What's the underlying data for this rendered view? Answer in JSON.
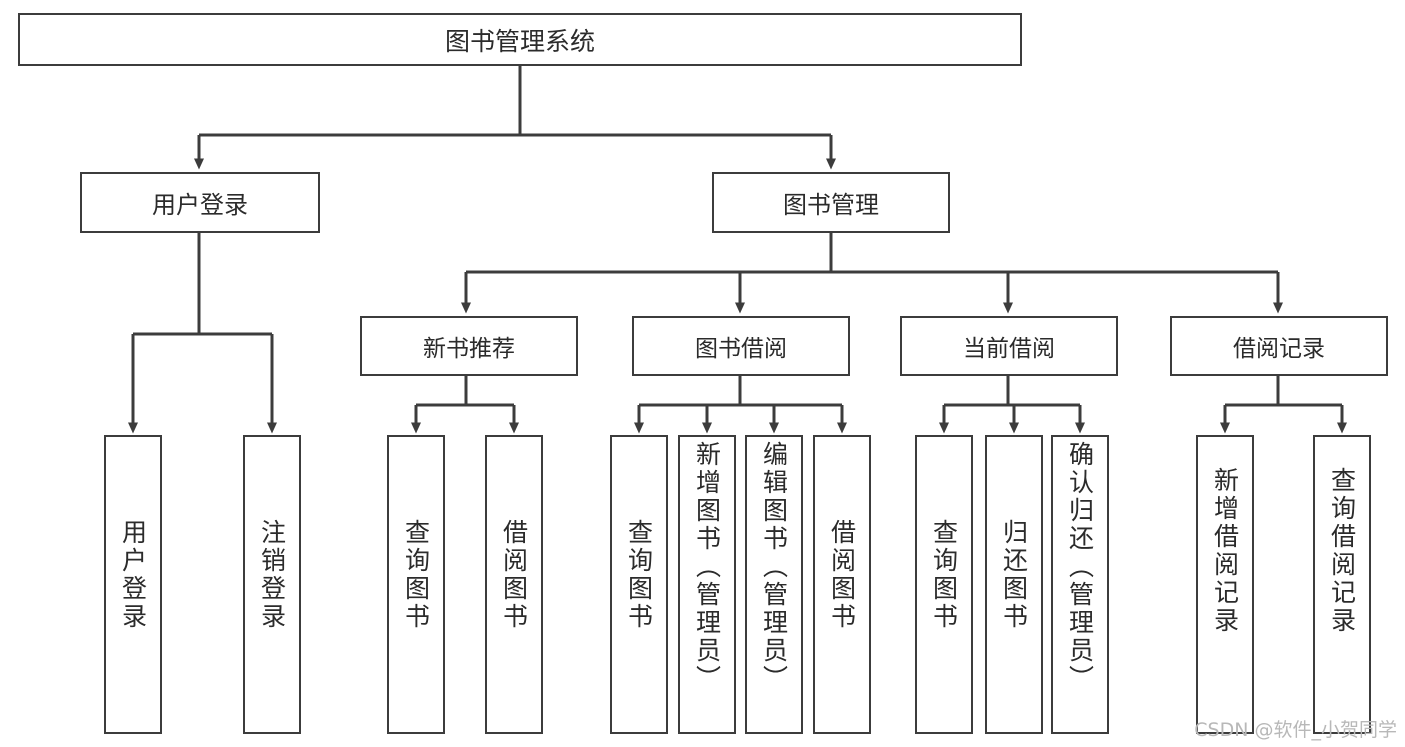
{
  "diagram": {
    "type": "tree",
    "title": "图书管理系统",
    "orientation": "top-down",
    "colors": {
      "border": "#3c3c3c",
      "fill": "#ffffff",
      "text": "#2b2b2b",
      "watermark": "#b8b8b8"
    },
    "nodes": {
      "root": {
        "label": "图书管理系统"
      },
      "level2": [
        {
          "id": "user-login",
          "label": "用户登录"
        },
        {
          "id": "book-management",
          "label": "图书管理"
        }
      ],
      "level3": [
        {
          "id": "new-book-recommend",
          "label": "新书推荐"
        },
        {
          "id": "book-borrow",
          "label": "图书借阅"
        },
        {
          "id": "current-borrow",
          "label": "当前借阅"
        },
        {
          "id": "borrow-record",
          "label": "借阅记录"
        }
      ],
      "leaves": {
        "user_login": [
          {
            "id": "leaf-user-login",
            "label": "用户登录"
          },
          {
            "id": "leaf-logout-login",
            "label": "注销登录"
          }
        ],
        "new_book_recommend": [
          {
            "id": "leaf-query-book-1",
            "label": "查询图书"
          },
          {
            "id": "leaf-borrow-book-1",
            "label": "借阅图书"
          }
        ],
        "book_borrow": [
          {
            "id": "leaf-query-book-2",
            "label": "查询图书"
          },
          {
            "id": "leaf-add-book",
            "label": "新增图书（管理员）"
          },
          {
            "id": "leaf-edit-book",
            "label": "编辑图书（管理员）"
          },
          {
            "id": "leaf-borrow-book-2",
            "label": "借阅图书"
          }
        ],
        "current_borrow": [
          {
            "id": "leaf-query-book-3",
            "label": "查询图书"
          },
          {
            "id": "leaf-return-book",
            "label": "归还图书"
          },
          {
            "id": "leaf-confirm-return",
            "label": "确认归还（管理员）"
          }
        ],
        "borrow_record": [
          {
            "id": "leaf-add-record",
            "label": "新增借阅记录"
          },
          {
            "id": "leaf-query-record",
            "label": "查询借阅记录"
          }
        ]
      }
    },
    "edges": [
      {
        "from": "图书管理系统",
        "to": "用户登录"
      },
      {
        "from": "图书管理系统",
        "to": "图书管理"
      },
      {
        "from": "用户登录",
        "to": "用户登录"
      },
      {
        "from": "用户登录",
        "to": "注销登录"
      },
      {
        "from": "图书管理",
        "to": "新书推荐"
      },
      {
        "from": "图书管理",
        "to": "图书借阅"
      },
      {
        "from": "图书管理",
        "to": "当前借阅"
      },
      {
        "from": "图书管理",
        "to": "借阅记录"
      },
      {
        "from": "新书推荐",
        "to": "查询图书"
      },
      {
        "from": "新书推荐",
        "to": "借阅图书"
      },
      {
        "from": "图书借阅",
        "to": "查询图书"
      },
      {
        "from": "图书借阅",
        "to": "新增图书（管理员）"
      },
      {
        "from": "图书借阅",
        "to": "编辑图书（管理员）"
      },
      {
        "from": "图书借阅",
        "to": "借阅图书"
      },
      {
        "from": "当前借阅",
        "to": "查询图书"
      },
      {
        "from": "当前借阅",
        "to": "归还图书"
      },
      {
        "from": "当前借阅",
        "to": "确认归还（管理员）"
      },
      {
        "from": "借阅记录",
        "to": "新增借阅记录"
      },
      {
        "from": "借阅记录",
        "to": "查询借阅记录"
      }
    ]
  },
  "watermark": "CSDN @软件_小贺同学"
}
